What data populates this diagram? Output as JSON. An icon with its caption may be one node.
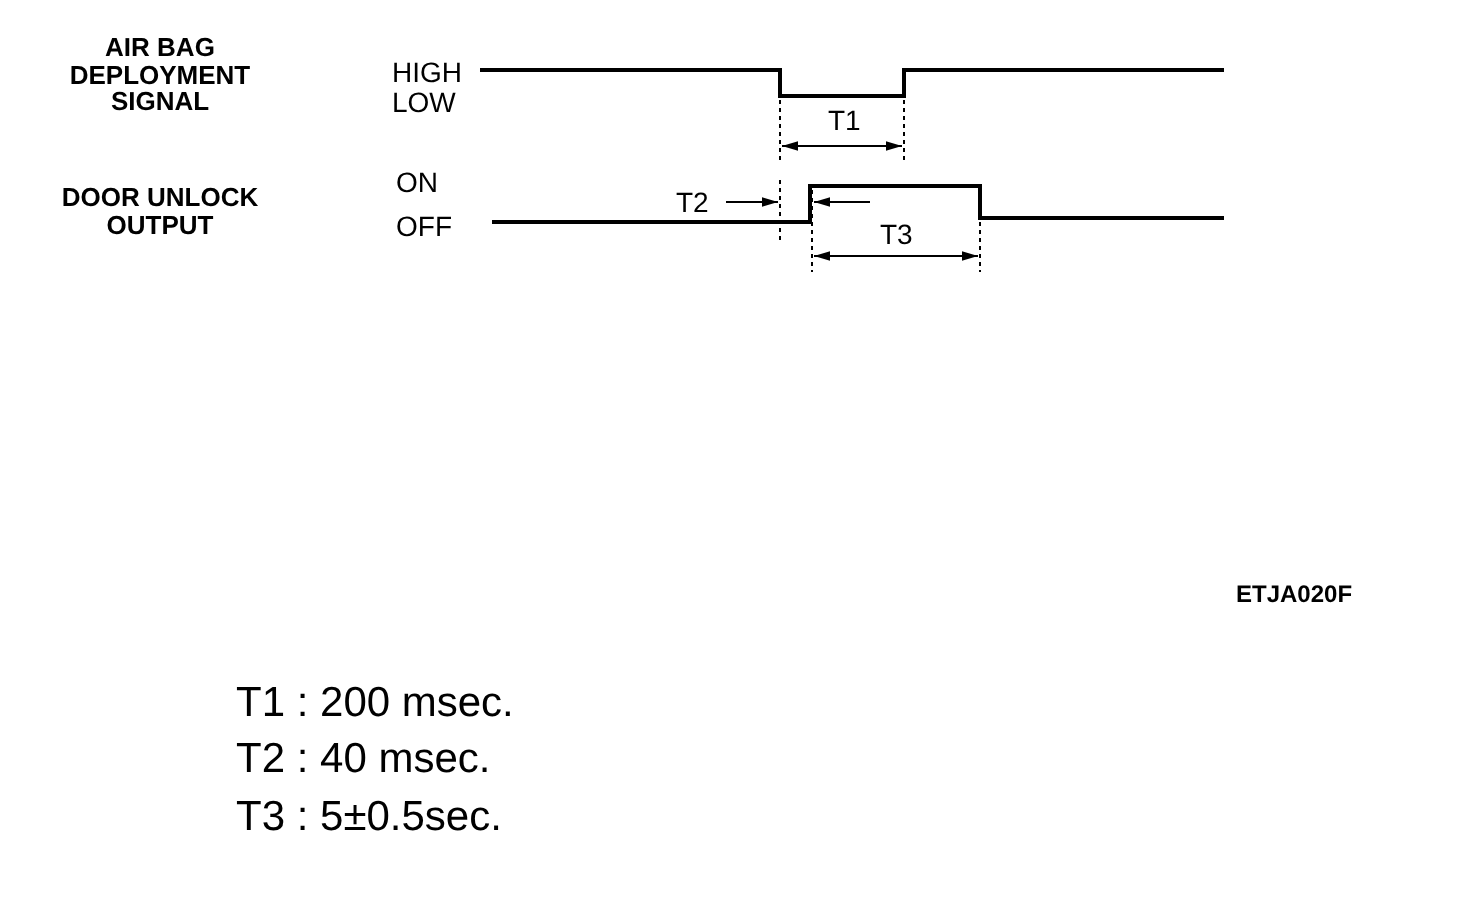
{
  "diagram": {
    "labels": [
      "AIR BAG DEPLOYMENT SIGNAL",
      "HIGH",
      "LOW",
      "T1",
      "DOOR UNLOCK OUTPUT",
      "ON",
      "OFF",
      "T2",
      "T3",
      "ETJA020F",
      "T1 : 200 msec.",
      "T2 : 40 msec.",
      "T3 : 5±0.5sec."
    ]
  }
}
